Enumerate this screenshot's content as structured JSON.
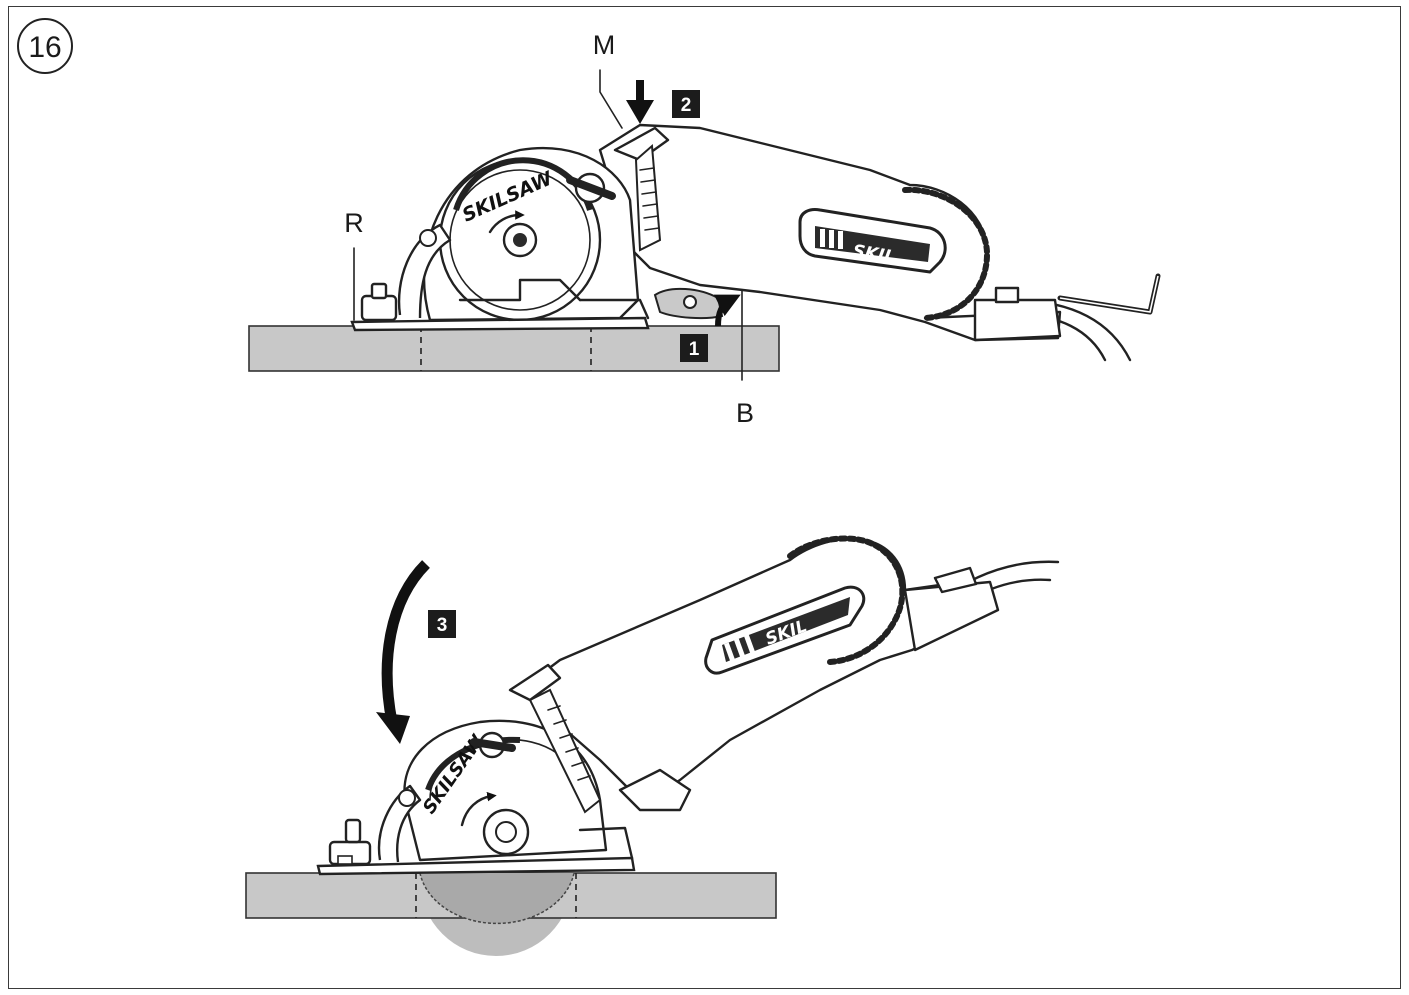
{
  "figure_number": "16",
  "labels": {
    "M": "M",
    "R": "R",
    "B": "B"
  },
  "steps": {
    "step1": "1",
    "step2": "2",
    "step3": "3"
  },
  "brand": {
    "blade_guard_text": "SKILSAW",
    "handle_logo": "SKIL"
  }
}
